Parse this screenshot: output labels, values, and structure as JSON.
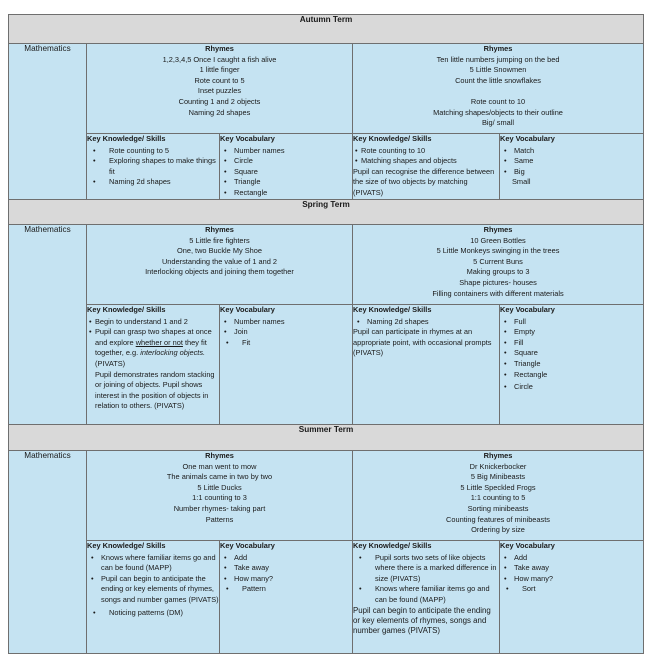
{
  "subject": "Mathematics",
  "labels": {
    "rhymes": "Rhymes",
    "knowledge": "Key Knowledge/ Skills",
    "vocabulary": "Key Vocabulary"
  },
  "autumn": {
    "term": "Autumn Term",
    "rhymes_left": [
      "1,2,3,4,5 Once I caught a fish alive",
      "1 little finger",
      "Rote count to 5",
      "Inset puzzles",
      "Counting 1 and 2 objects",
      "Naming 2d shapes"
    ],
    "rhymes_right": [
      "Ten little numbers jumping on the bed",
      "5 Little Snowmen",
      "Count the little snowflakes",
      "",
      "Rote count to 10",
      "Matching shapes/objects to their outline",
      "Big/ small"
    ],
    "knowledge_left": [
      "Rote counting to 5",
      "Exploring shapes to make things fit",
      "Naming 2d shapes"
    ],
    "vocab_left": [
      "Number names",
      "Circle",
      "Square",
      "Triangle",
      "Rectangle"
    ],
    "knowledge_right": [
      "Rote counting to 10",
      "Matching shapes and objects"
    ],
    "knowledge_right_text": "Pupil can recognise the difference between the size of two objects by matching (PIVATS)",
    "vocab_right": [
      "Match",
      "Same",
      "Big",
      "Small"
    ]
  },
  "spring": {
    "term": "Spring Term",
    "rhymes_left": [
      "5 Little fire fighters",
      "One, two Buckle My Shoe",
      "Understanding the value of 1 and 2",
      "Interlocking objects and joining them together"
    ],
    "rhymes_right": [
      "10 Green Bottles",
      "5 Little Monkeys swinging in the trees",
      "5 Current Buns",
      "Making groups to 3",
      "Shape pictures- houses",
      "Filling containers with different materials"
    ],
    "knowledge_left_1": "Begin to understand 1 and 2",
    "knowledge_left_2a": "Pupil can grasp two shapes at once and explore ",
    "knowledge_left_2b": "whether or not",
    "knowledge_left_2c": " they fit together, e.g. ",
    "knowledge_left_2d": "interlocking objects.",
    "knowledge_left_2e": " (PIVATS)",
    "knowledge_left_3": "Pupil demonstrates random stacking or joining of objects. Pupil shows interest in the position of objects in relation to others. (PIVATS)",
    "vocab_left": [
      "Number names",
      "Join",
      "Fit"
    ],
    "knowledge_right": [
      "Naming 2d shapes"
    ],
    "knowledge_right_text": "Pupil can participate in rhymes at an appropriate point, with occasional prompts (PIVATS)",
    "vocab_right": [
      "Full",
      "Empty",
      "Fill",
      "Square",
      "Triangle",
      "Rectangle",
      "Circle"
    ]
  },
  "summer": {
    "term": "Summer Term",
    "rhymes_left": [
      "One man went to mow",
      "The animals came in two by two",
      "5 Little Ducks",
      "1:1 counting to 3",
      "Number rhymes- taking part",
      "Patterns"
    ],
    "rhymes_right": [
      "Dr Knickerbocker",
      "5 Big Minibeasts",
      "5 Little Speckled Frogs",
      "1:1 counting to 5",
      "Sorting minibeasts",
      "Counting features of minibeasts",
      "Ordering by size"
    ],
    "knowledge_left": [
      "Knows where familiar items go and can be found (MAPP)",
      "Pupil can begin to anticipate the ending or key elements of rhymes, songs and number games (PIVATS)",
      "Noticing patterns (DM)"
    ],
    "vocab_left": [
      "Add",
      "Take away",
      "How many?",
      "Pattern"
    ],
    "knowledge_right": [
      "Pupil sorts two sets of like objects where there is a marked difference in size (PIVATS)",
      "Knows where familiar items go and can be found (MAPP)"
    ],
    "knowledge_right_text": "Pupil can begin to anticipate the ending or key elements of rhymes, songs and number games (PIVATS)",
    "vocab_right": [
      "Add",
      "Take away",
      "How many?",
      "Sort"
    ]
  }
}
